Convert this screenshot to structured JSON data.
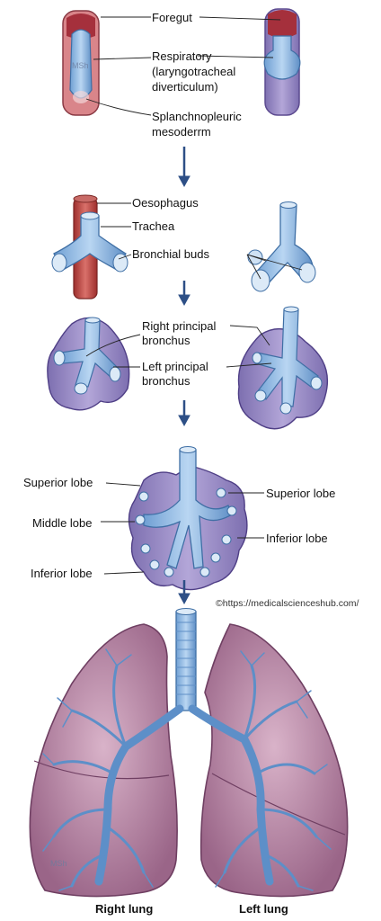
{
  "stage1": {
    "foregut": "Foregut",
    "respiratory_line1": "Respiratory",
    "respiratory_line2": "(laryngotracheal",
    "respiratory_line3": "diverticulum)",
    "splanch_line1": "Splanchnopleuric",
    "splanch_line2": "mesoderrm",
    "watermark": "MSh"
  },
  "stage2": {
    "oesophagus": "Oesophagus",
    "trachea": "Trachea",
    "bronchial_buds": "Bronchial buds"
  },
  "stage3": {
    "right_line1": "Right principal",
    "right_line2": "bronchus",
    "left_line1": "Left principal",
    "left_line2": "bronchus"
  },
  "stage4": {
    "superior_left": "Superior lobe",
    "superior_right": "Superior lobe",
    "middle": "Middle lobe",
    "inferior_left": "Inferior lobe",
    "inferior_right": "Inferior lobe"
  },
  "credit": "©https://medicalscienceshub.com/",
  "stage5": {
    "right_lung": "Right lung",
    "left_lung": "Left lung",
    "watermark": "MSh"
  },
  "colors": {
    "airway": "#8fb8e0",
    "airway_dark": "#4f7fb5",
    "mesoderm": "#9a8bc4",
    "lung": "#b88aa8",
    "lung_dark": "#7d4f72",
    "muscle": "#c0504d",
    "arrow": "#2d4f86"
  }
}
